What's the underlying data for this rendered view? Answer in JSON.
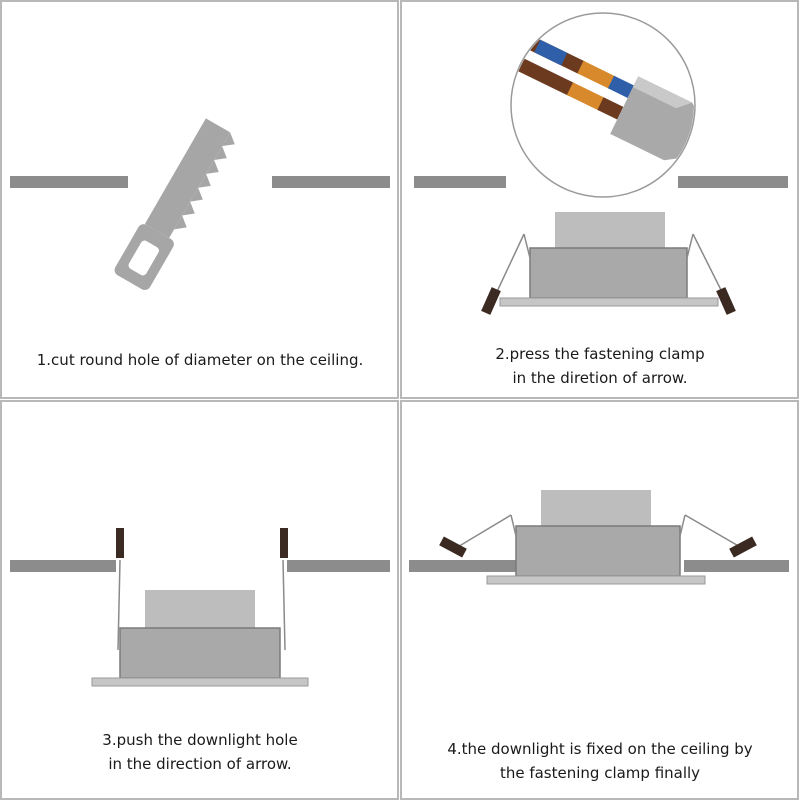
{
  "steps": [
    {
      "number": 1,
      "caption_lines": [
        "1.cut round hole of diameter on the ceiling."
      ]
    },
    {
      "number": 2,
      "caption_lines": [
        "2.press the fastening clamp",
        "in the diretion of arrow."
      ]
    },
    {
      "number": 3,
      "caption_lines": [
        "3.push the downlight hole",
        "in the direction of arrow."
      ]
    },
    {
      "number": 4,
      "caption_lines": [
        "4.the downlight is fixed on the ceiling by",
        "the fastening clamp finally"
      ]
    }
  ],
  "colors": {
    "panel_border": "#b8b8b8",
    "ceiling": "#8c8c8c",
    "ceiling_edge": "#6a6a6a",
    "lamp_body": "#a9a9a9",
    "lamp_top": "#bdbdbd",
    "lamp_flange": "#c6c6c6",
    "saw": "#a6a6a6",
    "clamp_dark": "#3a2a22",
    "wire_brown": "#6b3a1f",
    "wire_blue": "#2f5fa8",
    "wire_orange": "#d8892b",
    "text": "#1a1a1a"
  },
  "icons": [
    "saw-icon",
    "wire-connector-icon",
    "downlight-icon",
    "spring-clamp-icon",
    "ceiling-board-icon"
  ]
}
